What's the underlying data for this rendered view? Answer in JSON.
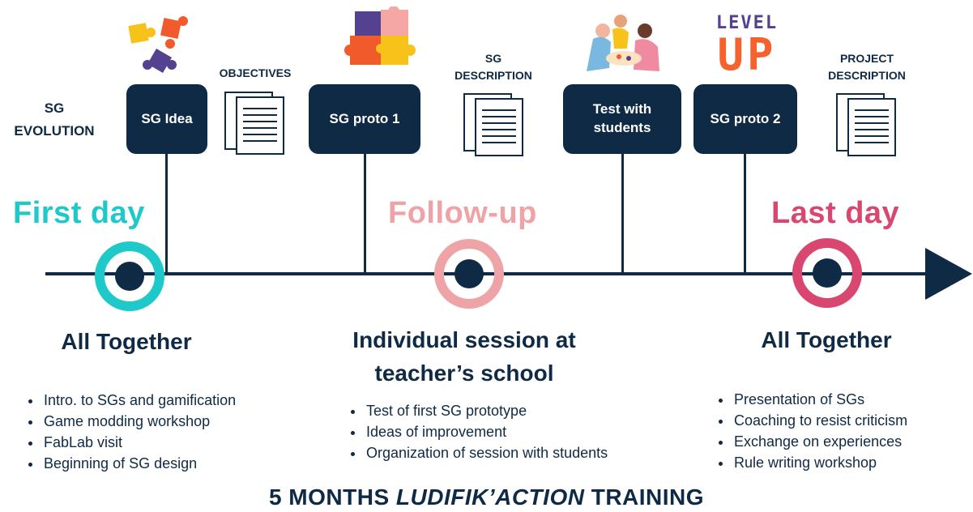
{
  "row_label": "SG\nEVOLUTION",
  "stages": [
    {
      "label": "SG Idea"
    },
    {
      "label": "SG proto 1"
    },
    {
      "label": "Test with\nstudents"
    },
    {
      "label": "SG proto 2"
    }
  ],
  "documents": [
    {
      "label": "OBJECTIVES"
    },
    {
      "label": "SG\nDESCRIPTION"
    },
    {
      "label": "PROJECT\nDESCRIPTION"
    }
  ],
  "level_up_logo": {
    "line1": "LEVEL",
    "line2": "UP"
  },
  "phases": [
    {
      "title": "First day",
      "color": "#1fc9c9",
      "session": "All Together",
      "items": [
        "Intro. to SGs and gamification",
        "Game modding workshop",
        "FabLab visit",
        "Beginning of SG design"
      ]
    },
    {
      "title": "Follow-up",
      "color": "#eea3a6",
      "session": "Individual session at\nteacher’s school",
      "items": [
        "Test of first SG prototype",
        "Ideas of improvement",
        "Organization of session with students"
      ]
    },
    {
      "title": "Last day",
      "color": "#d9466f",
      "session": "All Together",
      "items": [
        "Presentation of SGs",
        "Coaching to resist criticism",
        "Exchange on experiences",
        "Rule writing workshop"
      ]
    }
  ],
  "footer": {
    "prefix": "5 MONTHS ",
    "emphasis": "LUDIFIK’ACTION",
    "suffix": " TRAINING"
  },
  "colors": {
    "navy": "#0f2a45",
    "teal": "#1fc9c9",
    "pink": "#eea3a6",
    "crimson": "#d9466f",
    "orange": "#f5622e"
  }
}
